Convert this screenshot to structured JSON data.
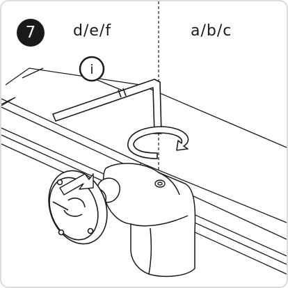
{
  "step": {
    "number": "7"
  },
  "variants": {
    "left": "d/e/f",
    "right": "a/b/c"
  },
  "callout": {
    "label": "i"
  },
  "colors": {
    "line": "#1a1a1a",
    "frame": "#dcdcdc",
    "badge": "#1a1a1a",
    "fill": "#ffffff"
  }
}
